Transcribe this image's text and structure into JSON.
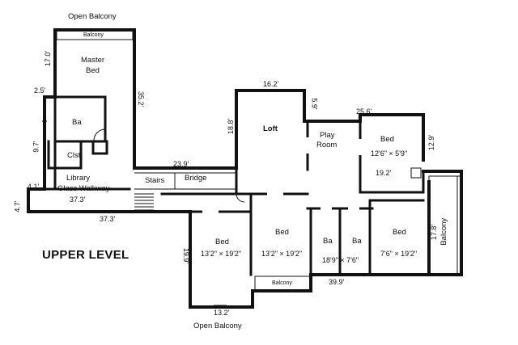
{
  "title": "UPPER LEVEL",
  "labels": {
    "open_balcony_top": "Open Balcony",
    "balcony_top": "Balcony",
    "master_bed_1": "Master",
    "master_bed_2": "Bed",
    "ba_left": "Ba",
    "clst": "Clst",
    "library": "Library",
    "glass_walkway": "Glass Walkway",
    "stairs": "Stairs",
    "bridge": "Bridge",
    "loft": "Loft",
    "play_room_1": "Play",
    "play_room_2": "Room",
    "bed_ne": "Bed",
    "bed_ne_dim": "12'6\" × 5'9\"",
    "bed_sw": "Bed",
    "bed_sw_dim": "13'2\" × 19'2\"",
    "bed_s": "Bed",
    "bed_s_dim": "13'2\" × 19'2\"",
    "ba_1": "Ba",
    "ba_2": "Ba",
    "ba_dim": "18'9\" × 7'6\"",
    "bed_se": "Bed",
    "bed_se_dim": "7'6\" × 19'2\"",
    "balcony_right": "Balcony",
    "balcony_bottom": "Balcony",
    "open_balcony_bottom": "Open Balcony"
  },
  "dimensions": {
    "d_17_0": "17.0'",
    "d_2_5": "2.5'",
    "d_35_2": "35.2'",
    "d_9_7": "9.7'",
    "d_4_1": "4.1'",
    "d_4_7": "4.7'",
    "d_37_3_a": "37.3'",
    "d_37_3_b": "37.3'",
    "d_23_9": "23.9'",
    "d_18_8": "18.8'",
    "d_16_2": "16.2'",
    "d_5_9": "5.9'",
    "d_25_6": "25.6'",
    "d_12_9": "12.9'",
    "d_19_2": "19.2'",
    "d_17_8": "17.8'",
    "d_19_9": "19.9'",
    "d_39_9": "39.9'",
    "d_13_2": "13.2'"
  }
}
